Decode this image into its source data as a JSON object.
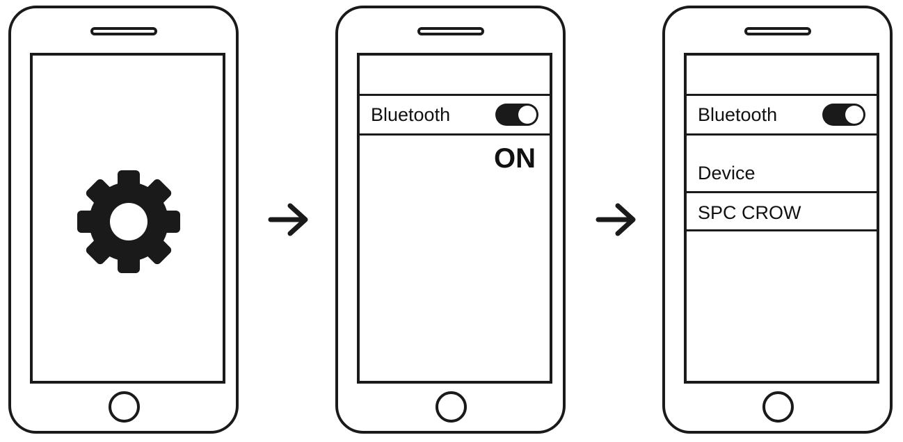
{
  "steps": [
    {
      "id": "settings",
      "icon": "gear-icon"
    },
    {
      "id": "bluetooth-on",
      "bluetooth_label": "Bluetooth",
      "toggle_state": "on",
      "status_text": "ON"
    },
    {
      "id": "device-list",
      "bluetooth_label": "Bluetooth",
      "toggle_state": "on",
      "section_label": "Device",
      "device_name": "SPC CROW"
    }
  ],
  "arrows": [
    "arrow-right-icon",
    "arrow-right-icon"
  ],
  "colors": {
    "stroke": "#1a1a1a",
    "background": "#ffffff"
  }
}
